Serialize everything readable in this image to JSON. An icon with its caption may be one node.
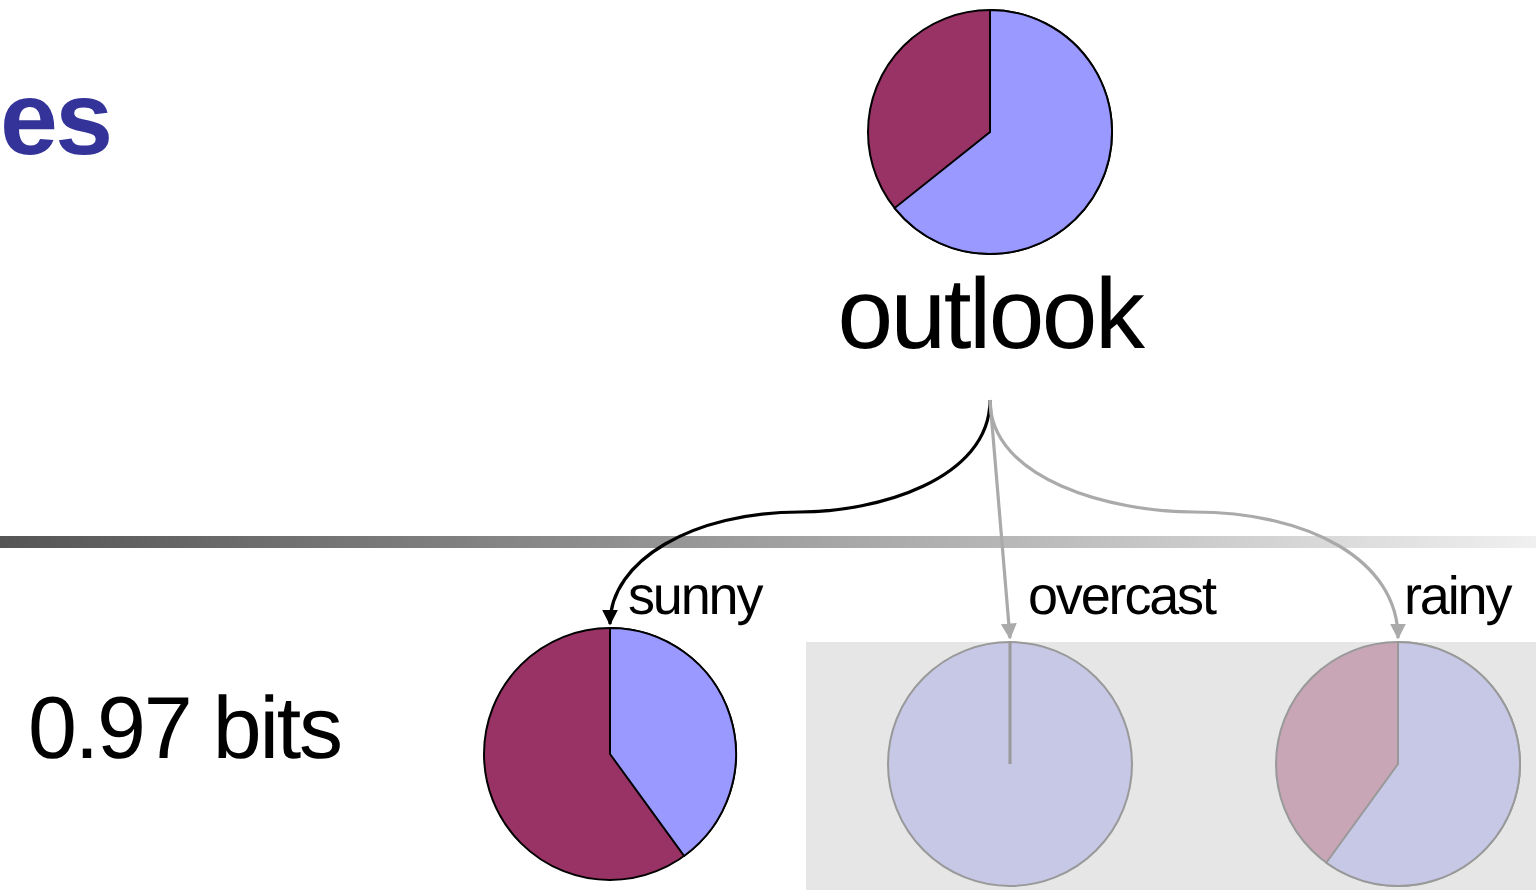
{
  "diagram": {
    "title": "es",
    "nodes": [
      {
        "text": [
          "outlook"
        ]
      },
      {
        "text": [],
        "shape": "circle"
      },
      {
        "text": [],
        "shape": "circle"
      },
      {
        "text": [],
        "shape": "circle"
      }
    ],
    "edges": [
      {
        "from": 0,
        "to": 1,
        "arrow": "to",
        "label": "sunny",
        "color": "#000000"
      },
      {
        "from": 0,
        "to": 2,
        "arrow": "to",
        "label": "overcast"
      },
      {
        "from": 0,
        "to": 3,
        "arrow": "to",
        "label": "rainy"
      }
    ],
    "labels": [
      "0.97 bits"
    ]
  }
}
